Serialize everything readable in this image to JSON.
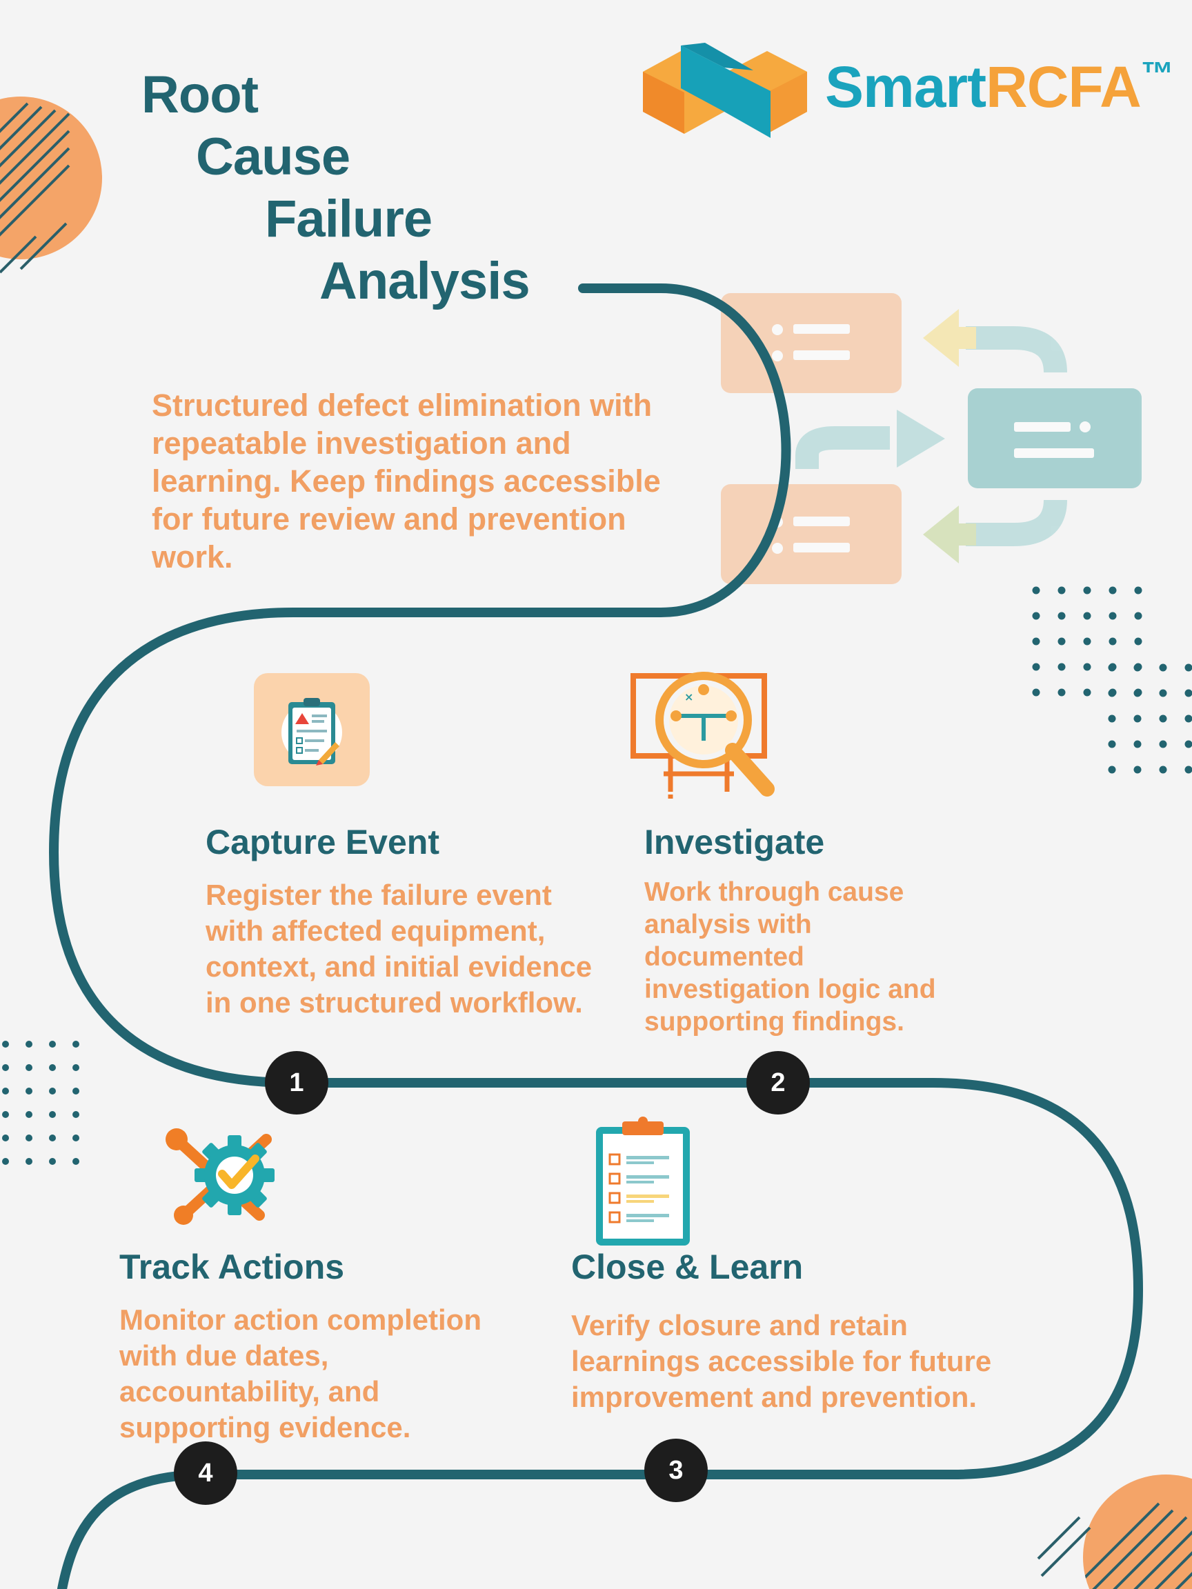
{
  "title": {
    "lines": [
      "Root",
      "Cause",
      "Failure",
      "Analysis"
    ]
  },
  "brand": {
    "part1": "Smart",
    "part2": "RCFA",
    "tm": "™",
    "logo_icon": "hexagon-cube-logo-icon"
  },
  "intro": "Structured defect elimination with repeatable investigation and learning. Keep findings accessible for future review and prevention work.",
  "steps": [
    {
      "number": "1",
      "title": "Capture Event",
      "description": "Register the failure event with affected equipment, context, and initial evidence in one structured workflow.",
      "icon": "clipboard-icon"
    },
    {
      "number": "2",
      "title": "Investigate",
      "description": "Work through cause analysis with documented investigation logic and supporting findings.",
      "icon": "magnifier-monitor-icon"
    },
    {
      "number": "3",
      "title": "Close & Learn",
      "description": "Verify closure and retain learnings accessible for future improvement and prevention.",
      "icon": "checklist-icon"
    },
    {
      "number": "4",
      "title": "Track Actions",
      "description": "Monitor action completion with due dates, accountability, and supporting evidence.",
      "icon": "gear-wrench-check-icon"
    }
  ],
  "colors": {
    "background": "#f4f4f4",
    "teal": "#226470",
    "orange": "#f19f63",
    "badge": "#1d1d1d",
    "brand_teal": "#1aa3bd",
    "brand_orange": "#f5a23a"
  }
}
